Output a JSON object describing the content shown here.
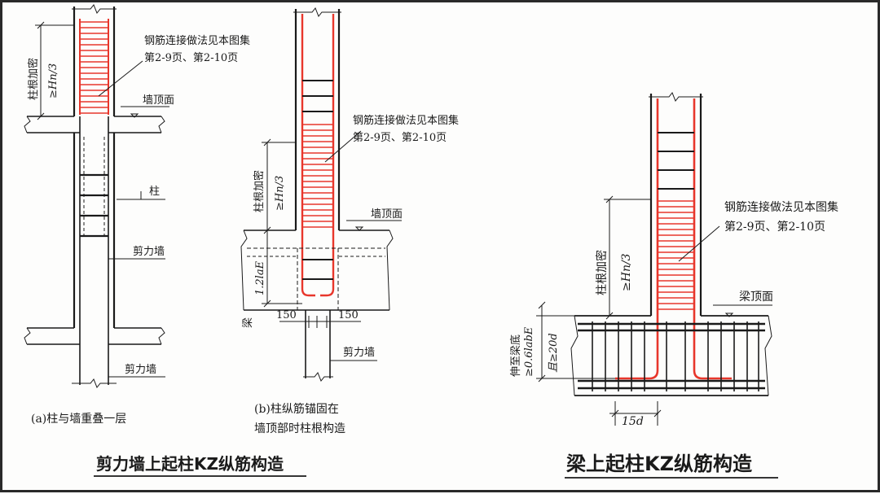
{
  "left_figure": {
    "dense_zone_label": "柱根加密",
    "dense_zone_value": "≥Hn/3",
    "splice_note_line1": "钢筋连接做法见本图集",
    "splice_note_line2": "第2-9页、第2-10页",
    "wall_top_label": "墙顶面",
    "column_label": "柱",
    "shear_wall_label_1": "剪力墙",
    "shear_wall_label_2": "剪力墙",
    "subcaption": "(a)柱与墙重叠一层"
  },
  "middle_figure": {
    "splice_note_line1": "钢筋连接做法见本图集",
    "splice_note_line2": "第2-9页、第2-10页",
    "dense_zone_label": "柱根加密",
    "dense_zone_value": "≥Hn/3",
    "wall_top_label": "墙顶面",
    "anchor_label": "1.2laE",
    "beam_label": "梁",
    "dim_left": "150",
    "dim_right": "150",
    "shear_wall_label": "剪力墙",
    "subcaption_line1": "(b)柱纵筋锚固在",
    "subcaption_line2": "墙顶部时柱根构造"
  },
  "right_figure": {
    "splice_note_line1": "钢筋连接做法见本图集",
    "splice_note_line2": "第2-9页、第2-10页",
    "dense_zone_label": "柱根加密",
    "dense_zone_value": "≥Hn/3",
    "beam_top_label": "梁顶面",
    "extend_label": "伸至梁底",
    "extend_value1": "≥0.6labE",
    "extend_value2": "且≥20d",
    "bend_label": "15d"
  },
  "captions": {
    "left": "剪力墙上起柱KZ纵筋构造",
    "right": "梁上起柱KZ纵筋构造"
  },
  "colors": {
    "rebar": "#e8372c",
    "line": "#1a1a1a",
    "frame": "#2a2a2a"
  }
}
